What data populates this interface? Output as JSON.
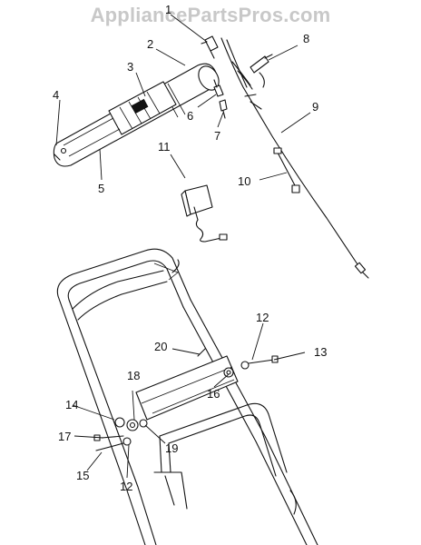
{
  "watermark": "AppliancePartsPros.com",
  "callouts": {
    "c1": "1",
    "c2": "2",
    "c3": "3",
    "c4": "4",
    "c5": "5",
    "c6": "6",
    "c7": "7",
    "c8": "8",
    "c9": "9",
    "c10": "10",
    "c11": "11",
    "c12a": "12",
    "c12b": "12",
    "c13": "13",
    "c14": "14",
    "c15": "15",
    "c16": "16",
    "c17": "17",
    "c18": "18",
    "c19": "19",
    "c20": "20"
  }
}
